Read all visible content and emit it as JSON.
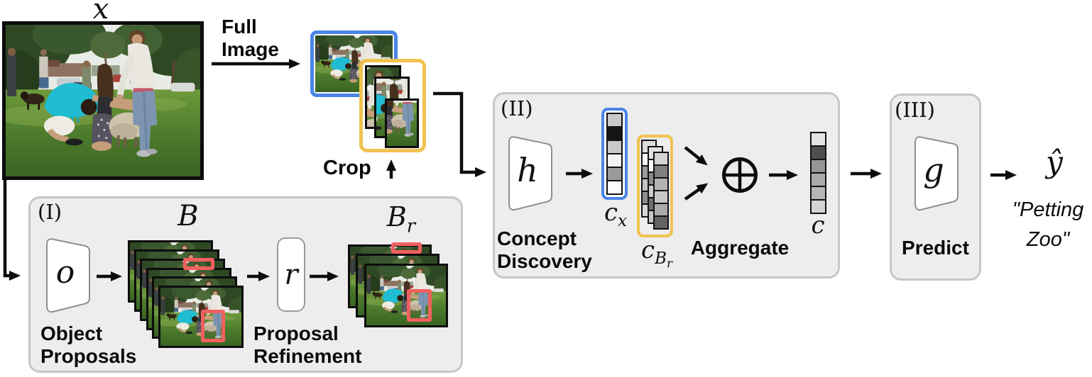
{
  "colors": {
    "blue": "#4a84e6",
    "gold": "#f0c24f",
    "red": "#f26060",
    "panel_bg": "#ededed",
    "panel_border": "#c7c7c7"
  },
  "diagram": {
    "input_label": "x",
    "full_image_label": {
      "line1": "Full",
      "line2": "Image"
    },
    "crop_label": "Crop",
    "stage1": {
      "tag": "(I)",
      "proposer_symbol": "o",
      "proposer_caption": {
        "line1": "Object",
        "line2": "Proposals"
      },
      "proposals_label": "B",
      "refiner_symbol": "r",
      "refiner_caption": {
        "line1": "Proposal",
        "line2": "Refinement"
      },
      "refined_base": "B",
      "refined_sub": "r"
    },
    "stage2": {
      "tag": "(II)",
      "encoder_symbol": "h",
      "encoder_caption": {
        "line1": "Concept",
        "line2": "Discovery"
      },
      "cx_base": "c",
      "cx_sub": "x",
      "cbr_base": "c",
      "cbr_sub": "B",
      "cbr_subsub": "r",
      "aggregate_label": "Aggregate",
      "aggregate_operator": "⊕",
      "output_vector_label": "c"
    },
    "stage3": {
      "tag": "(III)",
      "predictor_symbol": "g",
      "caption": "Predict"
    },
    "output": {
      "symbol": "ŷ",
      "prediction_line1": "\"Petting",
      "prediction_line2": "Zoo\""
    }
  },
  "vectors": {
    "cx": [
      "#c9c9c9",
      "#141414",
      "#c9c9c9",
      "#f2f2f2",
      "#9a9a9a",
      "#fcfcfc"
    ],
    "cbr_back": [
      "#dcdcdc",
      "#f7f7f7",
      "#9c9c9c",
      "#c2c2c2",
      "#8f8f8f",
      "#d5d5d5"
    ],
    "cbr_mid": [
      "#e2e2e2",
      "#fbfbfb",
      "#8a8a8a",
      "#cccccc",
      "#6e6e6e",
      "#c7c7c7"
    ],
    "cbr_front": [
      "#d4d4d4",
      "#7f7f7f",
      "#b2b2b2",
      "#c8c8c8",
      "#ababab",
      "#636363"
    ],
    "c": [
      "#e5e5e5",
      "#4f4f4f",
      "#979797",
      "#aaaaaa",
      "#b5b5b5",
      "#d4d4d4"
    ]
  }
}
